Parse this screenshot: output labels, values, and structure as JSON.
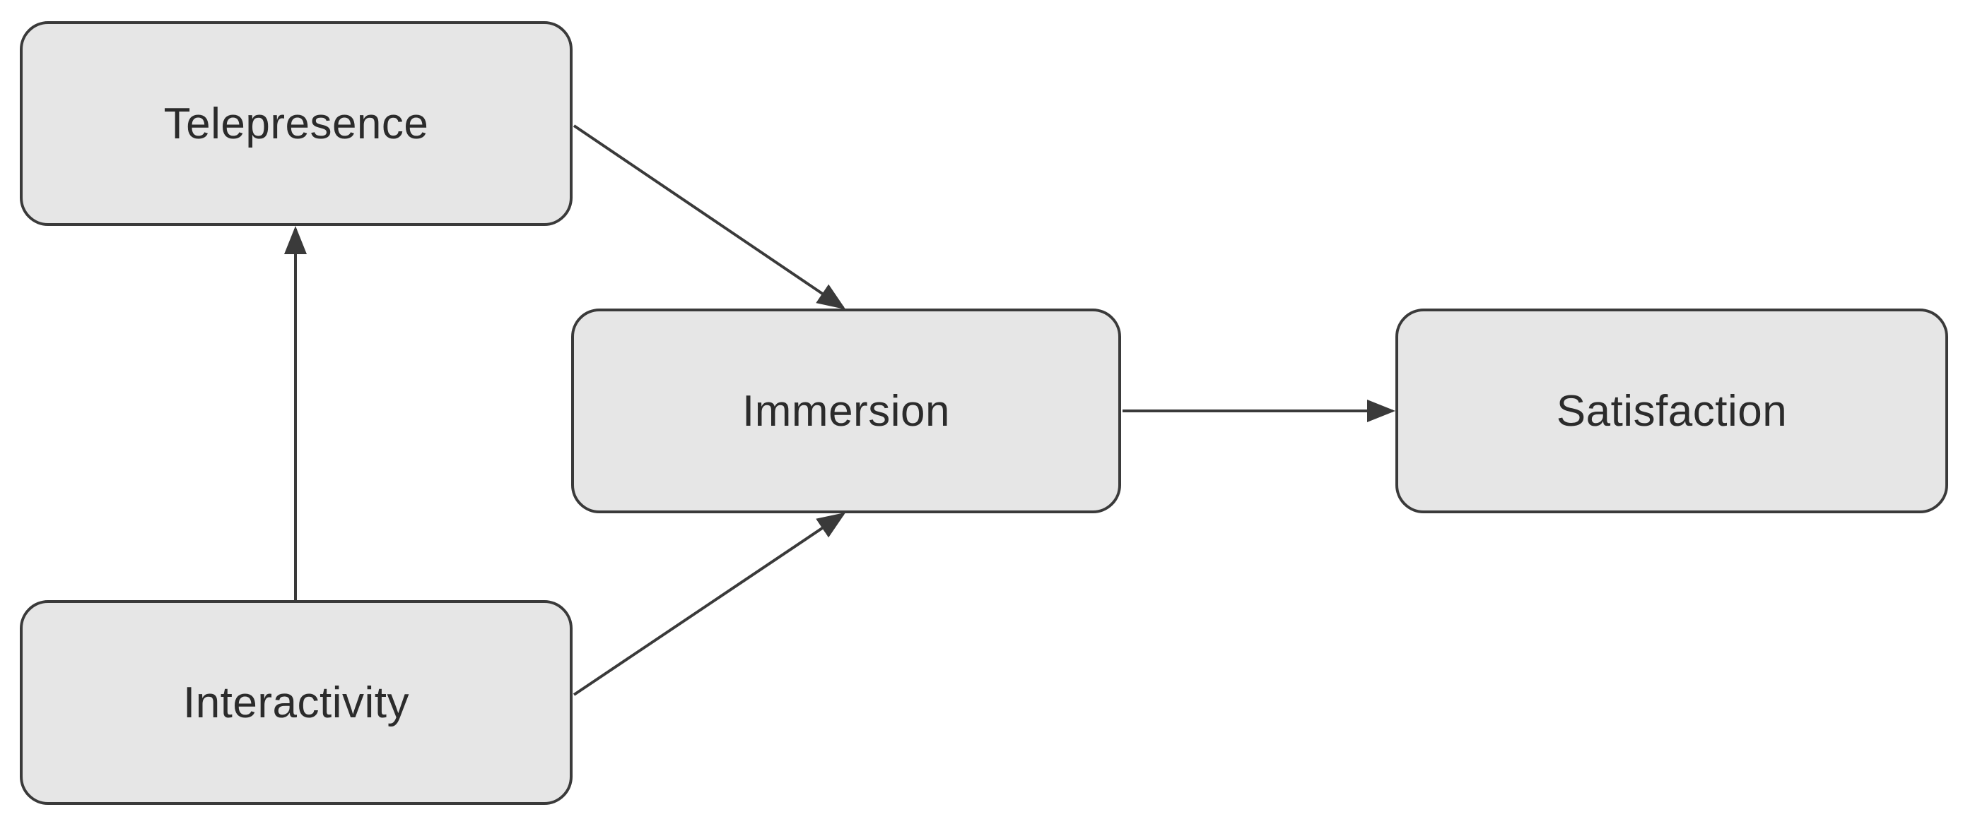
{
  "diagram": {
    "nodes": [
      {
        "id": "telepresence",
        "label": "Telepresence"
      },
      {
        "id": "immersion",
        "label": "Immersion"
      },
      {
        "id": "satisfaction",
        "label": "Satisfaction"
      },
      {
        "id": "interactivity",
        "label": "Interactivity"
      }
    ],
    "edges": [
      {
        "from": "telepresence",
        "to": "immersion"
      },
      {
        "from": "interactivity",
        "to": "immersion"
      },
      {
        "from": "interactivity",
        "to": "telepresence"
      },
      {
        "from": "immersion",
        "to": "satisfaction"
      }
    ],
    "colors": {
      "node_fill": "#e6e6e6",
      "node_border": "#3a3a3a",
      "arrow": "#3a3a3a",
      "text": "#2b2b2b"
    }
  }
}
